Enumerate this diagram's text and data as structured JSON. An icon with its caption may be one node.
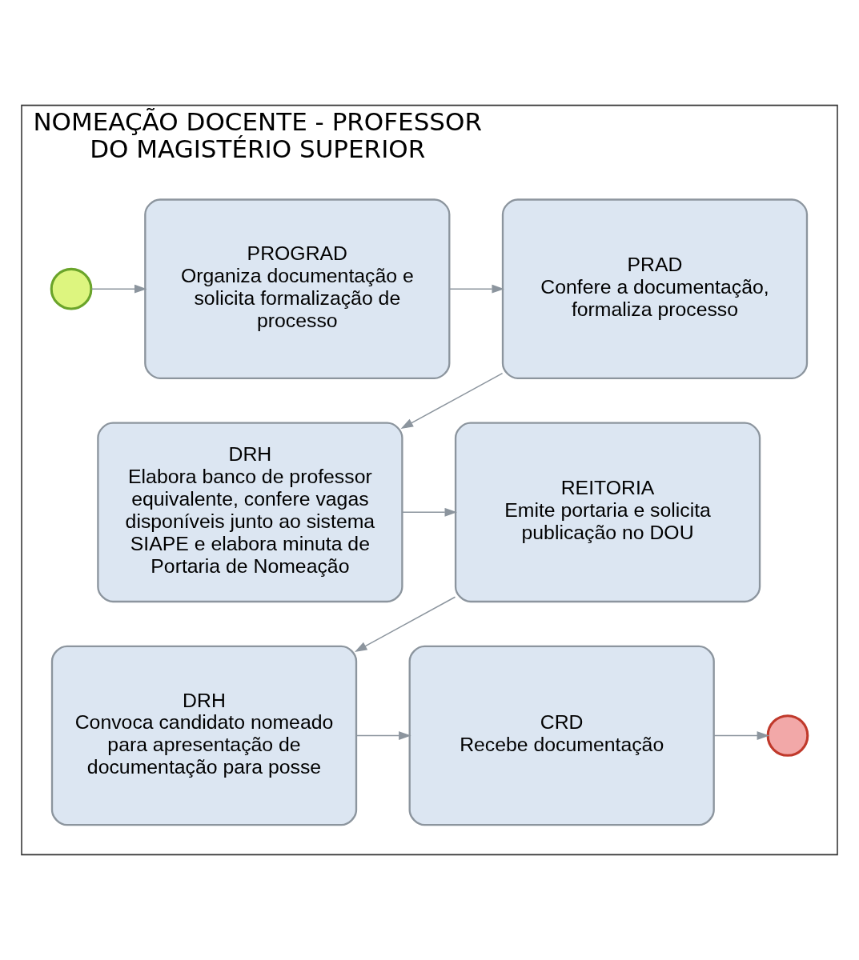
{
  "diagram": {
    "nodes": [
      {
        "text": [
          "NOMEAÇÃO DOCENTE - PROFESSOR DO MAGISTÉRIO SUPERIOR"
        ]
      },
      {
        "text": [],
        "shape": "circle",
        "in": 0
      },
      {
        "text": [
          "PROGRAD",
          "Organiza documentação e solicita formalização de processo"
        ],
        "in": 0
      },
      {
        "text": [
          "PRAD",
          "Confere a documentação, formaliza processo"
        ],
        "in": 0
      },
      {
        "text": [
          "DRH",
          "Elabora banco de professor equivalente, confere vagas disponíveis junto ao sistema SIAPE e elabora minuta de Portaria de Nomeação"
        ],
        "in": 0
      },
      {
        "text": [
          "REITORIA",
          "Emite portaria e solicita publicação no DOU"
        ],
        "in": 0
      },
      {
        "text": [
          "DRH",
          "Convoca candidato nomeado para apresentação de documentação para posse"
        ],
        "in": 0
      },
      {
        "text": [
          "CRD",
          "Recebe documentação"
        ],
        "in": 0
      },
      {
        "text": [],
        "shape": "circle",
        "in": 0
      }
    ],
    "edges": [
      {
        "from": 1,
        "to": 2,
        "arrow": "to"
      },
      {
        "from": 2,
        "to": 3,
        "arrow": "to"
      },
      {
        "from": 3,
        "to": 4,
        "arrow": "to"
      },
      {
        "from": 4,
        "to": 5,
        "arrow": "to"
      },
      {
        "from": 5,
        "to": 6,
        "arrow": "to"
      },
      {
        "from": 6,
        "to": 7,
        "arrow": "to"
      },
      {
        "from": 7,
        "to": 8,
        "arrow": "to"
      }
    ]
  }
}
